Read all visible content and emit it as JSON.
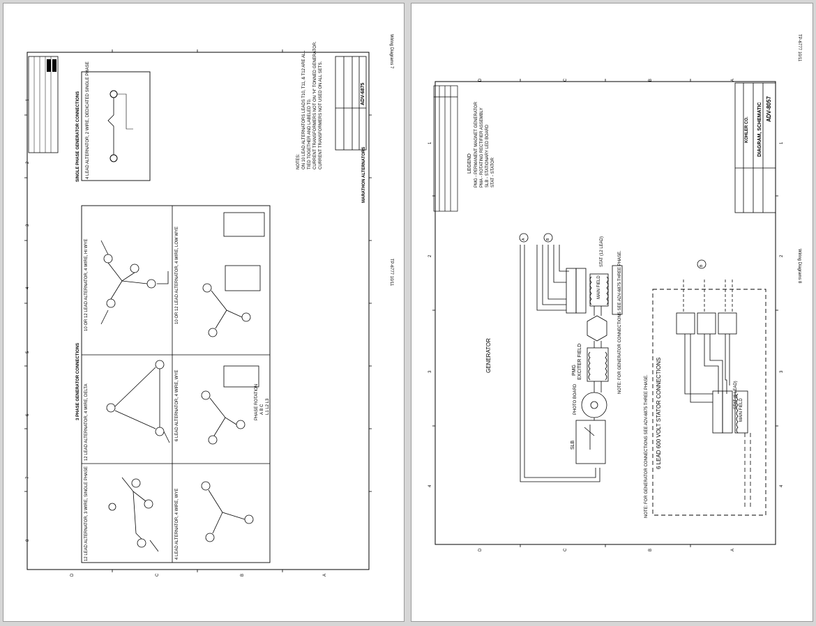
{
  "left_page": {
    "header_right": "Wiring Diagrams 7",
    "header_center": "TP-6777 10/11",
    "titles": {
      "single_phase": "SINGLE PHASE GENERATOR CONNECTIONS",
      "three_phase": "3 PHASE GENERATOR CONNECTIONS",
      "single_phase_sub": "4 LEAD ALTERNATOR, 2 WIRE, DEDICATED SINGLE PHASE",
      "lead12_single": "12 LEAD ALTERNATOR, 3 WIRE, SINGLE PHASE",
      "lead12_delta": "12 LEAD ALTERNATOR, 4 WIRE, DELTA",
      "lead10_wye": "10 OR 12 LEAD ALTERNATOR, 4 WIRE, HI WYE",
      "lead6_wye": "6 LEAD ALTERNATOR, 4 WIRE, WYE",
      "lead4_wye": "4 LEAD ALTERNATOR, 4 WIRE, WYE",
      "lead12_low_wye": "10 OR 12 LEAD ALTERNATOR, 4 WIRE, LOW WYE",
      "phase_rotation": "PHASE ROTATION",
      "phase_rotation_letters": "A B C",
      "phase_rotation_lines": "L1 L2 L3"
    },
    "notes": [
      "NOTES:",
      "ON 10 LEAD ALTERNATORS LEADS T10, T11, & T12 ARE ALL",
      "TIED TOGETHER AND LABELED T0.",
      "CURRENT TRANSFORMERS NOT ON \"H\" TONNED GENERATOR.",
      "CURRENT TRANSFORMERS NOT USED ON ALL SETS."
    ],
    "footer": "MARATHON ALTERNATORS",
    "drawing_no": "ADV-6875",
    "border_letters": [
      "D",
      "C",
      "B",
      "A"
    ],
    "border_numbers": [
      "8",
      "7",
      "6",
      "5",
      "4",
      "3",
      "2",
      "1"
    ]
  },
  "right_page": {
    "header_right": "Wiring Diagrams 8",
    "header_center": "TP-6777 10/11",
    "legend_title": "LEGEND",
    "legend_items": [
      "PMG - PERMANENT MAGNET GENERATOR",
      "PMA - ROTATING RECTIFIER ASSEMBLY",
      "SLB - STATIONARY LED BOARD",
      "STAT - STATOR"
    ],
    "generator": "GENERATOR",
    "pmg": "PMG",
    "exciter_field": "EXCITER FIELD",
    "photo_board": "PHOTO BOARD",
    "slb": "SLB",
    "stat12": "STAT (12 LEAD)",
    "main_field": "MAIN FIELD",
    "note_gen": "NOTE: FOR GENERATOR CONNECTIONS SEE ADV-6875 THREE PHASE.",
    "six_lead_title": "6 LEAD 600 VOLT STATOR CONNECTIONS",
    "stat6": "STAT (6 LEAD)",
    "main_field_2": "MAIN FIELD",
    "note_gen_2": "NOTE: FOR GENERATOR CONNECTIONS SEE ADV-6875 THREE PHASE.",
    "title_block": "DIAGRAM, SCHEMATIC",
    "company": "KOHLER CO.",
    "drawing_no": "ADV-8057",
    "markers": [
      "A",
      "B",
      "B"
    ],
    "border_letters": [
      "D",
      "C",
      "B",
      "A"
    ],
    "border_numbers": [
      "4",
      "3",
      "2",
      "1"
    ]
  },
  "colors": {
    "paper": "#ffffff",
    "ink": "#000000",
    "background": "#d6d6d6"
  }
}
